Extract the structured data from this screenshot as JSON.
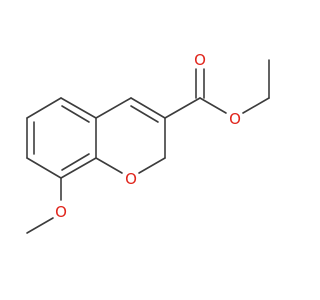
{
  "structure": {
    "atoms": {
      "o_carbonyl": "O",
      "o_ester": "O",
      "o_ring": "O",
      "o_methoxy": "O"
    },
    "colors": {
      "bond": "#3c3c3c",
      "oxygen": "#e0241b",
      "background": "#ffffff"
    }
  }
}
